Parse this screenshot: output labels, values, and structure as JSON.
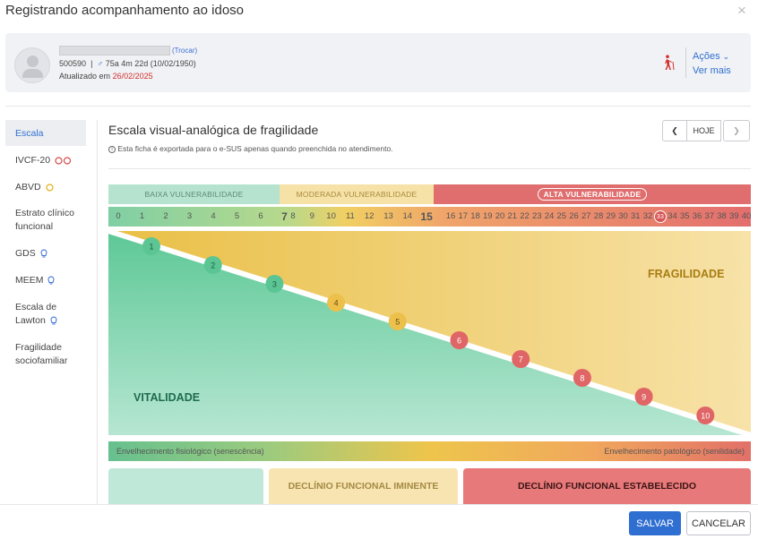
{
  "dialog": {
    "title": "Registrando acompanhamento ao idoso",
    "close_icon": "×"
  },
  "patient": {
    "change_link": "(Trocar)",
    "id": "500590",
    "sex_symbol": "♂",
    "age": "75a 4m 22d (10/02/1950)",
    "updated_prefix": "Atualizado em",
    "updated_date": "26/02/2025",
    "actions_label": "Ações",
    "see_more_label": "Ver mais"
  },
  "sidebar": {
    "items": [
      {
        "label": "Escala",
        "active": true
      },
      {
        "label": "IVCF-20"
      },
      {
        "label": "ABVD"
      },
      {
        "label": "Estrato clínico funcional"
      },
      {
        "label": "GDS"
      },
      {
        "label": "MEEM"
      },
      {
        "label": "Escala de Lawton"
      },
      {
        "label": "Fragilidade sociofamiliar"
      }
    ]
  },
  "section": {
    "title": "Escala visual-analógica de fragilidade",
    "info": "Esta ficha é exportada para o e-SUS apenas quando preenchida no atendimento.",
    "today_button": "HOJE"
  },
  "scale": {
    "vulnerability": {
      "low": "BAIXA VULNERABILIDADE",
      "moderate": "MODERADA VULNERABILIDADE",
      "high": "ALTA VULNERABILIDADE"
    },
    "numbers": [
      "0",
      "1",
      "2",
      "3",
      "4",
      "5",
      "6",
      "7",
      "8",
      "9",
      "10",
      "11",
      "12",
      "13",
      "14",
      "15",
      "16",
      "17",
      "18",
      "19",
      "20",
      "21",
      "22",
      "23",
      "24",
      "25",
      "26",
      "27",
      "28",
      "29",
      "30",
      "31",
      "32",
      "33",
      "34",
      "35",
      "36",
      "37",
      "38",
      "39",
      "40"
    ],
    "selected_number": "33",
    "fragility_label": "FRAGILIDADE",
    "vitality_label": "VITALIDADE",
    "levels": [
      "1",
      "2",
      "3",
      "4",
      "5",
      "6",
      "7",
      "8",
      "9",
      "10"
    ],
    "aging_left": "Envelhecimento fisiológico (senescência)",
    "aging_right": "Envelhecimento patológico (senilidade)",
    "card_middle": "DECLÍNIO FUNCIONAL IMINENTE",
    "card_right": "DECLÍNIO FUNCIONAL ESTABELECIDO"
  },
  "footer": {
    "save": "SALVAR",
    "cancel": "CANCELAR"
  }
}
